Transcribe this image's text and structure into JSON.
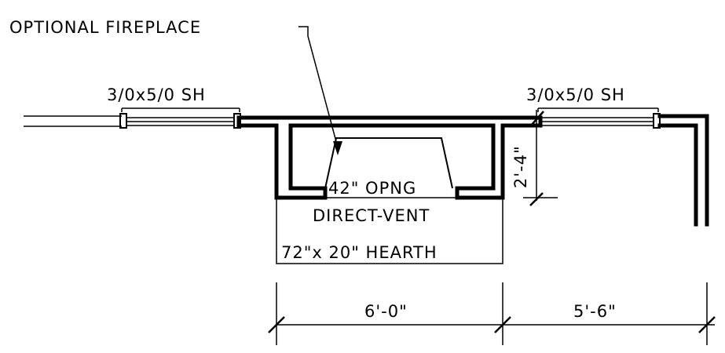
{
  "labels": {
    "optional_fireplace": "OPTIONAL FIREPLACE",
    "window_left": "3/0x5/0 SH",
    "window_right": "3/0x5/0 SH",
    "opening": "42\" OPNG",
    "vent_type": "DIRECT-VENT",
    "hearth": "72\"x 20\" HEARTH"
  },
  "dimensions": {
    "fireplace_depth": "2'-4\"",
    "fireplace_width": "6'-0\"",
    "right_wall_segment": "5'-6\""
  }
}
